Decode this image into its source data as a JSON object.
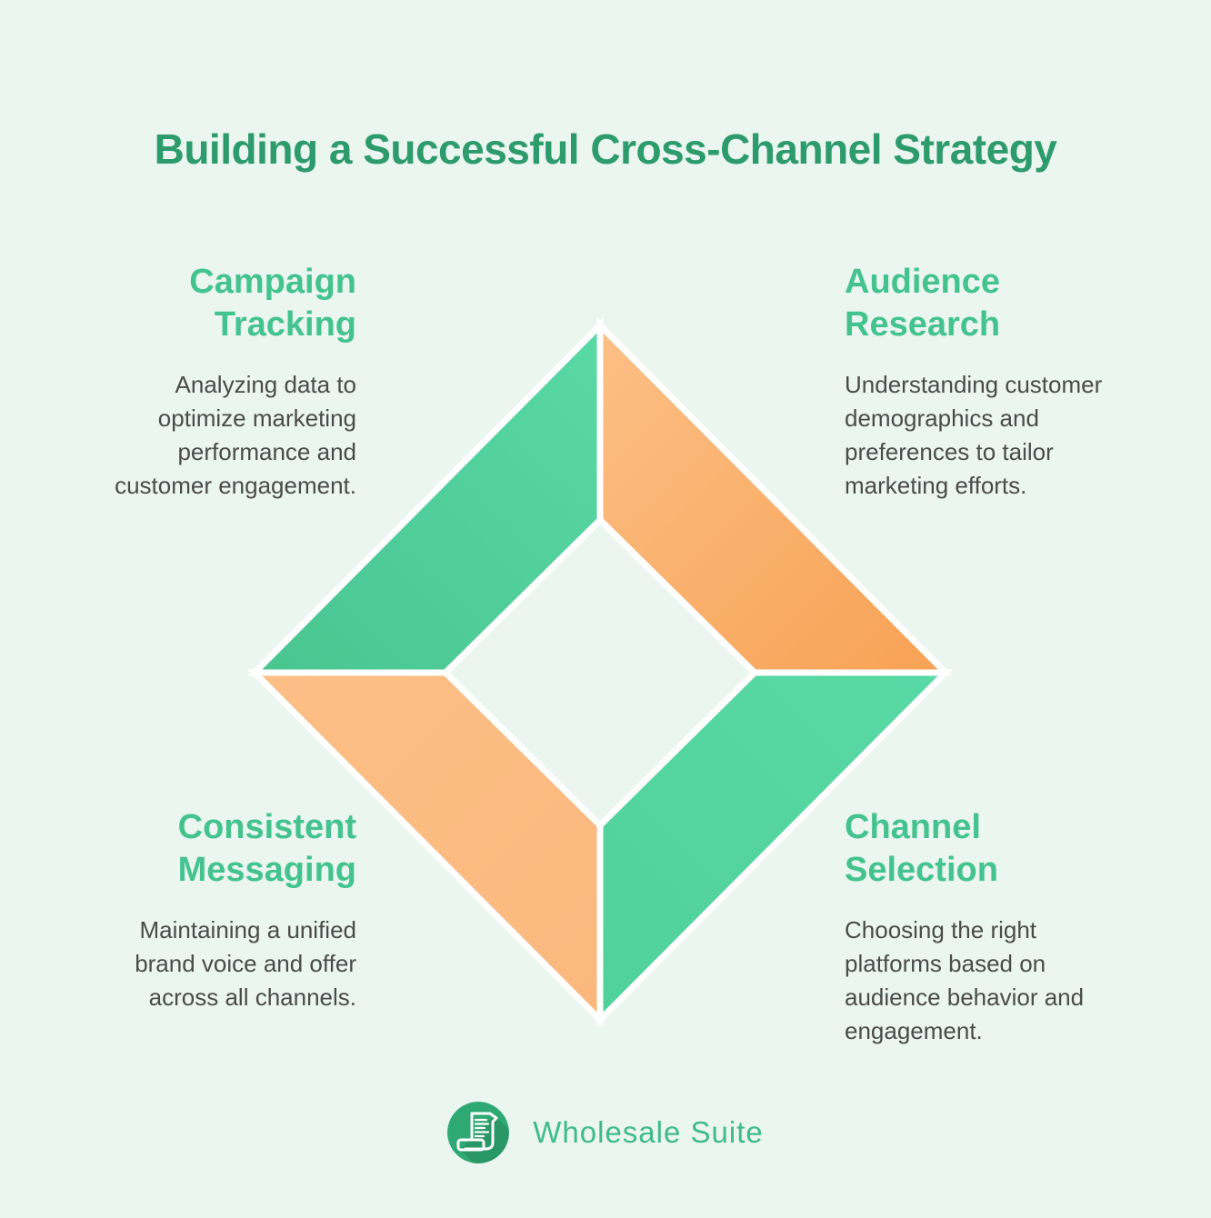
{
  "title": "Building a Successful Cross-Channel Strategy",
  "colors": {
    "background": "#ebf6f1",
    "title_green": "#2d9b6b",
    "heading_green": "#44c38e",
    "body_gray": "#4b4b4b",
    "green_light": "#59d9a4",
    "green_mid": "#50d19b",
    "green_dark": "#49c590",
    "orange_light": "#fcbf86",
    "orange_mid": "#fab87e",
    "orange_dark": "#f7a254",
    "divider": "#ffffff",
    "logo_circle": "#2fa973",
    "logo_text": "#3fba89"
  },
  "sections": {
    "campaign_tracking": {
      "heading_lines": [
        "Campaign",
        "Tracking"
      ],
      "body_lines": [
        "Analyzing data to",
        "optimize marketing",
        "performance and",
        "customer engagement."
      ]
    },
    "audience_research": {
      "heading_lines": [
        "Audience",
        "Research"
      ],
      "body_lines": [
        "Understanding customer",
        "demographics and",
        "preferences to tailor",
        "marketing efforts."
      ]
    },
    "consistent_messaging": {
      "heading_lines": [
        "Consistent",
        "Messaging"
      ],
      "body_lines": [
        "Maintaining a unified",
        "brand voice and offer",
        "across all channels."
      ]
    },
    "channel_selection": {
      "heading_lines": [
        "Channel",
        "Selection"
      ],
      "body_lines": [
        "Choosing the right",
        "platforms based on",
        "audience behavior and",
        "engagement."
      ]
    }
  },
  "footer": {
    "brand_name": "Wholesale Suite"
  }
}
